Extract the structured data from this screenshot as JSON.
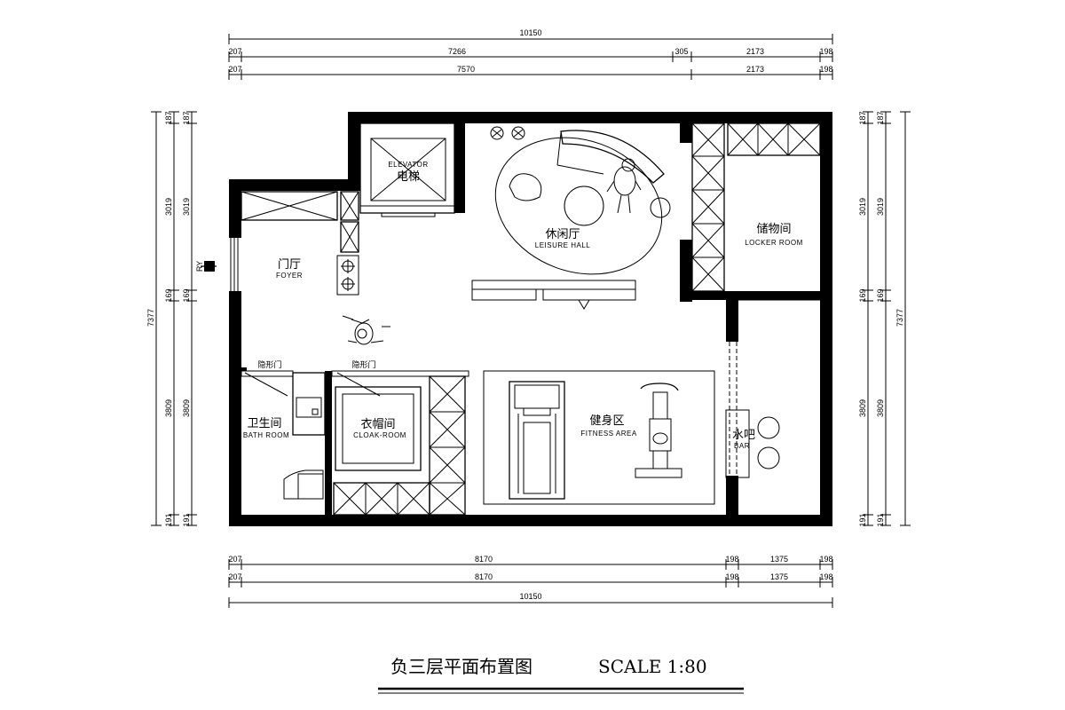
{
  "dimensions": {
    "top_total": "10150",
    "top_row1": [
      "207",
      "7266",
      "305",
      "2173",
      "198"
    ],
    "top_row2": [
      "207",
      "7570",
      "2173",
      "198"
    ],
    "bottom_row1": [
      "207",
      "8170",
      "198",
      "1375",
      "198"
    ],
    "bottom_row2": [
      "207",
      "8170",
      "198",
      "1375",
      "198"
    ],
    "bottom_total": "10150",
    "left_total": "7377",
    "left_col": [
      "187",
      "3019",
      "169",
      "3809",
      "191"
    ],
    "right_col": [
      "187",
      "3019",
      "169",
      "3809",
      "191"
    ],
    "right_total": "7377"
  },
  "rooms": {
    "elevator": {
      "en": "ELEVATOR",
      "cn": "电梯"
    },
    "leisure": {
      "cn": "休闲厅",
      "en": "LEISURE HALL"
    },
    "locker": {
      "cn": "储物间",
      "en": "LOCKER ROOM"
    },
    "foyer": {
      "cn": "门厅",
      "en": "FOYER"
    },
    "bath": {
      "cn": "卫生间",
      "en": "BATH ROOM"
    },
    "cloak": {
      "cn": "衣帽间",
      "en": "CLOAK-ROOM"
    },
    "fitness": {
      "cn": "健身区",
      "en": "FITNESS AREA"
    },
    "bar": {
      "cn": "水吧",
      "en": "BAR"
    }
  },
  "labels": {
    "hidden_door_1": "隐形门",
    "hidden_door_2": "隐形门",
    "entry_marker": "RY"
  },
  "title": {
    "cn": "负三层平面布置图",
    "scale": "SCALE 1:80"
  }
}
